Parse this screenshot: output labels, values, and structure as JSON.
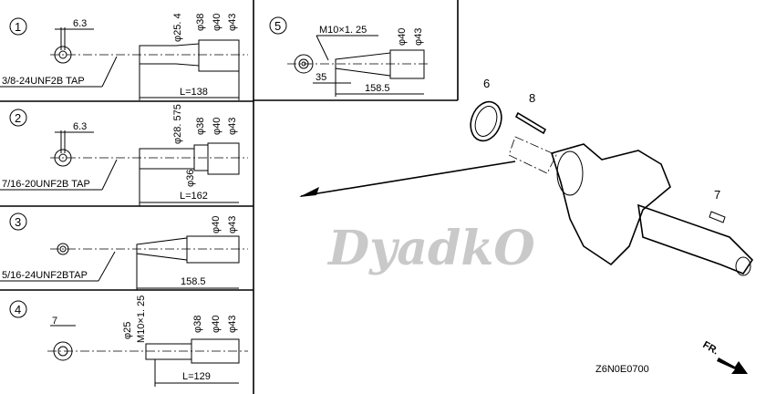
{
  "variants": [
    {
      "index": "1",
      "keyway": "6.3",
      "tap": "3/8-24UNF2B TAP",
      "diameters": [
        "φ25. 4",
        "φ38",
        "φ40",
        "φ43"
      ],
      "length": "L=138"
    },
    {
      "index": "2",
      "keyway": "6.3",
      "tap": "7/16-20UNF2B TAP",
      "diameters": [
        "φ28. 575",
        "φ38",
        "φ40",
        "φ43"
      ],
      "extra_diameter": "φ36",
      "length": "L=162"
    },
    {
      "index": "3",
      "tap": "5/16-24UNF2BTAP",
      "diameters": [
        "φ40",
        "φ43"
      ],
      "length": "158.5"
    },
    {
      "index": "4",
      "keyway": "7",
      "thread": "M10×1. 25",
      "diameters": [
        "φ25",
        "φ38",
        "φ40",
        "φ43"
      ],
      "length": "L=129"
    },
    {
      "index": "5",
      "thread": "M10×1. 25",
      "thread_length": "35",
      "diameters": [
        "φ40",
        "φ43"
      ],
      "length": "158.5"
    }
  ],
  "callouts": {
    "oil_seal": "6",
    "key": "8",
    "woodruff_key": "7"
  },
  "watermark": "DyadkO",
  "front_label": "FR.",
  "drawing_code": "Z6N0E0700"
}
